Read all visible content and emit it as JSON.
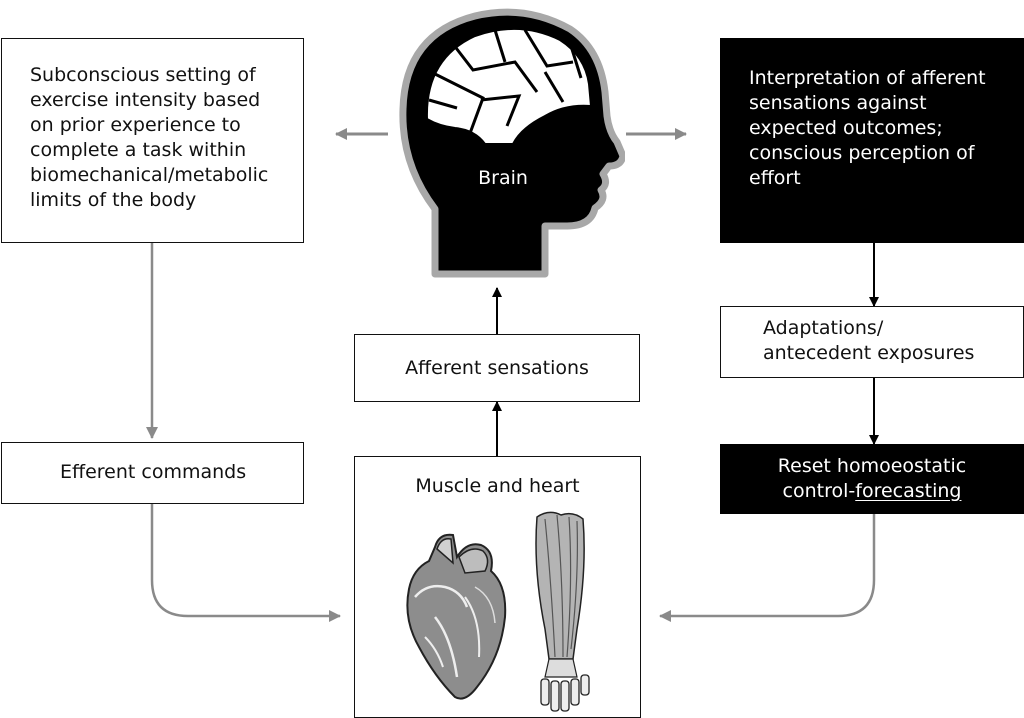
{
  "brain": {
    "label": "Brain"
  },
  "left_box": {
    "lines": [
      "Subconscious setting of",
      "exercise intensity based",
      "on prior experience to",
      "complete a task within",
      "biomechanical/metabolic",
      "limits of the body"
    ]
  },
  "right_top_box": {
    "lines": [
      "Interpretation of afferent",
      "sensations against",
      "expected outcomes;",
      "conscious perception of",
      "effort"
    ]
  },
  "adaptations_box": {
    "lines": [
      "Adaptations/",
      "antecedent exposures"
    ]
  },
  "reset_box": {
    "line1": "Reset homoeostatic",
    "line2_a": "control-",
    "line2_b": "forecasting"
  },
  "afferent_box": {
    "label": "Afferent sensations"
  },
  "efferent_box": {
    "label": "Efferent commands"
  },
  "muscle_box": {
    "label": "Muscle and heart"
  },
  "colors": {
    "black": "#000000",
    "grey_arrow": "#8a8a8a",
    "brain_outline": "#a8a8a8"
  }
}
